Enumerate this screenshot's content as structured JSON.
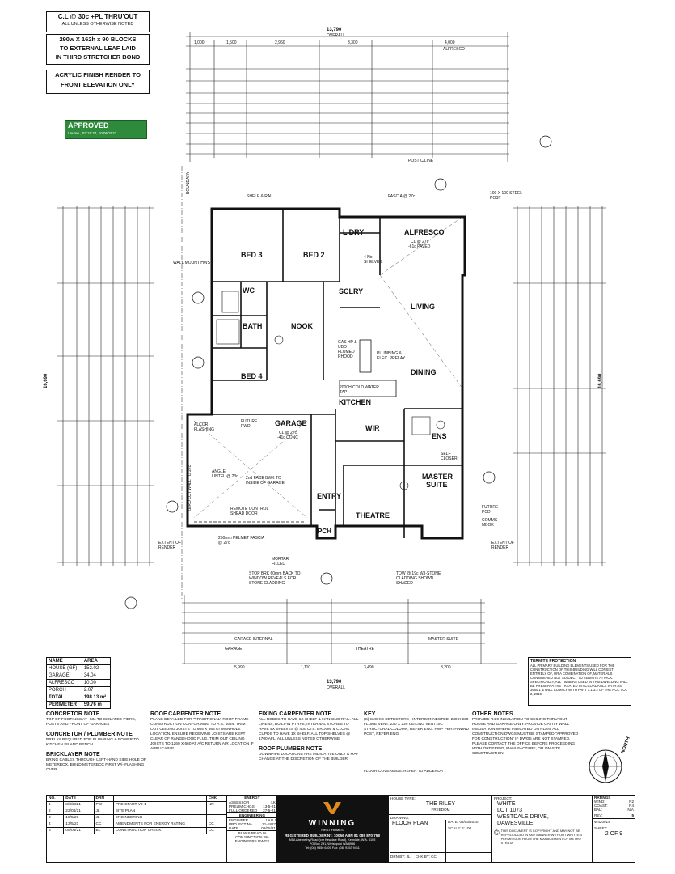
{
  "header_notes": {
    "cl_line1": "C.L @ 30c +PL THRU'OUT",
    "cl_line2": "ALL UNLESS OTHERWISE NOTED",
    "block_note": [
      "290w X 162h x 90 BLOCKS",
      "TO EXTERNAL LEAF LAID",
      "IN THIRD STRETCHER BOND"
    ],
    "render_note": [
      "ACRYLIC FINISH RENDER TO",
      "FRONT ELEVATION ONLY"
    ]
  },
  "approved_stamp": {
    "label": "APPROVED",
    "detail": "Lauren , 03:19:37, 10/06/2021"
  },
  "dimensions": {
    "overall_top": "13,790",
    "overall_word": "OVERALL",
    "overall_bottom": "13,790",
    "overall_left": "16,690",
    "overall_right": "16,690",
    "top_row": [
      "1,000",
      "1,500",
      "2,960",
      "3,300",
      "4,000"
    ],
    "top_alfresco": "ALFRESCO",
    "bottom_row": [
      "5,990",
      "1,110",
      "3,490",
      "3,200"
    ],
    "bottom_labels": [
      "GARAGE",
      "GARAGE INTERNAL",
      "THEATRE",
      "MASTER SUITE"
    ],
    "post_cline": "POST C/LINE",
    "boundary": "BOUNDARY"
  },
  "rooms": [
    {
      "name": "BED 3"
    },
    {
      "name": "BED 2"
    },
    {
      "name": "L'DRY"
    },
    {
      "name": "ALFRESCO"
    },
    {
      "name": "WC"
    },
    {
      "name": "BATH"
    },
    {
      "name": "NOOK"
    },
    {
      "name": "SCLRY"
    },
    {
      "name": "LIVING"
    },
    {
      "name": "BED 4"
    },
    {
      "name": "DINING"
    },
    {
      "name": "KITCHEN"
    },
    {
      "name": "GARAGE"
    },
    {
      "name": "WIR"
    },
    {
      "name": "ENS"
    },
    {
      "name": "MASTER"
    },
    {
      "name": "SUITE"
    },
    {
      "name": "ENTRY"
    },
    {
      "name": "THEATRE"
    },
    {
      "name": "PCH"
    }
  ],
  "plan_notes": {
    "alfresco_cl": "CL @ 27c",
    "alfresco_paved": "-61c PAVED",
    "garage_cl": "CL @ 27c",
    "garage_conc": "-41c CONC",
    "fascia": "FASCIA @ 27c",
    "steel_post": "100 X 100 STEEL POST",
    "shelf_rail": "SHELF & RAIL",
    "wall_mount": "WALL MOUNT HWS",
    "gas_hp": "GAS HP & UBO FLUMED RHOOD",
    "water_tap": "2000H COLD WATER TAP",
    "plumbing": "PLUMBING & ELEC. PRELAY",
    "remote_door": "REMOTE CONTROL SHEAD DOOR",
    "alcor": "ALCOR FLASHING",
    "pelmet": "250mm PELMET FASCIA @ 27c",
    "mortar": "MORTAR FILLED",
    "stop_brick": "STOP BRK 60mm BACK TO WINDOW REVEALS FOR STONE CLADDING",
    "tow_stone": "TOW @ 19c W/I-STONE CLADDING SHOWN SHADED",
    "extent_render": "EXTENT OF RENDER",
    "future_pod": "FUTURE PCD",
    "comms_box": "COMMS MBOX",
    "self_closer": "SELF CLOSER",
    "future_pwd": "FUTURE PWD",
    "angle_lintel": "ANGLE LINTEL @ 23c",
    "face_brick": "2nd FACE BWK TO INSIDE OF GARAGE",
    "zero_lot": "ZERO LOT WALL TO 27c",
    "shelves": "4 No. SHELVES"
  },
  "area_table": {
    "headers": [
      "NAME",
      "AREA"
    ],
    "rows": [
      [
        "HOUSE (GF)",
        "152.02"
      ],
      [
        "GARAGE",
        "34.04"
      ],
      [
        "ALFRESCO",
        "10.00"
      ],
      [
        "PORCH",
        "2.07"
      ],
      [
        "TOTAL",
        "198.13 m²"
      ],
      [
        "PERIMETER",
        "59.76 m"
      ]
    ]
  },
  "termite_note": {
    "title": "TERMITE PROTECTION",
    "body": "ALL PRIMARY BUILDING ELEMENTS USED FOR THE CONSTRUCTION OF THIS BUILDING WILL CONSIST ENTIRELY OF, OR A COMBINATION OF, MATERIALS CONSIDERED NOT SUBJECT TO TERMITE ATTACK. SPECIFICALLY, ALL TIMBERS USED IN THIS DWELLING WILL BE PRESERVATIVE TREATED IN ACCORDANCE WITH AS 3660.1 & WILL COMPLY WITH PART 3.1.3.2 OF THE NCC VOL 2, 2016."
  },
  "notes": [
    {
      "title": "CONCRETOR NOTE",
      "body": "TOP OF FOOTINGS AT -63c TO ISOLATED PIERS, POSTS AND FRONT OF GARAGES"
    },
    {
      "title": "CONCRETOR / PLUMBER NOTE",
      "body": "PRELAY REQUIRED FOR PLUMBING & POWER TO KITCHEN ISLAND BENCH"
    },
    {
      "title": "BRICKLAYER NOTE",
      "body": "BRING CABLES THROUGH LEFT-HAND SIDE HOLE OF METERBOX. BUILD METERBOX FIRST W/- FLASHING OVER"
    },
    {
      "title": "ROOF CARPENTER NOTE",
      "body": "PLANS DETAILED FOR \"TRADITIONAL\" ROOF FRAME CONSTRUCTION CONFORMING TO A.S. 1684. TRIM OUT CEILING JOISTS TO 605 X 565 AT MANHOLE LOCATION. ENSURE RECEIVING JOISTS ARE KEPT CLEAR OF RANGEHOOD FLUE. TRIM OUT CEILING JOISTS TO 1260 X 660 AT A/C RETURN AIR LOCATION IF APPLICABLE"
    },
    {
      "title": "FIXING CARPENTER NOTE",
      "body": "ALL ROBES TO HAVE 1X SHELF & HANGING RAIL. ALL LINENS, BUILT-IN PTRYS, INTERNAL STORES TO HAVE 4X SHELVES @ 400 CTS. BROOM & CLOAK CUPDS TO HAVE 1X SHELF. ALL TOP SHELVES @ 1700 AFL. ALL UNLESS NOTED OTHERWISE"
    },
    {
      "title": "ROOF PLUMBER NOTE",
      "body": "DOWNPIPE LOCATIONS ARE INDICATIVE ONLY & MAY CHANGE AT THE DISCRETION OF THE BUILDER."
    },
    {
      "title": "KEY",
      "body": "(S) SMOKE DETECTORS - INTERCONNECTED. 230 X 230 FLUME VENT. 230 X 230 CEILING VENT. SC STRUCTURAL COLUMN, REFER ENG. PWP PERTH WIND POST, REFER ENG."
    },
    {
      "title": "OTHER NOTES",
      "body": "PROVIDE R4.0 INSULATION TO CEILING THRU' OUT HOUSE AND GARAGE ONLY. PROVIDE CAVITY WALL INSULATION WHERE INDICATED ON PLAN. ALL CONSTRUCTION DWGS MUST BE STAMPED \"APPROVED FOR CONSTRUCTION\" IF DWGS ARE NOT STAMPED, PLEASE CONTACT THE OFFICE BEFORE PROCEEDING WITH ORDERING, MANUFACTURE, OR ON-SITE CONSTRUCTION"
    }
  ],
  "floor_covering_note": "FLOOR COVERINGS: REFER TO ADDENDA",
  "north_label": "NORTH",
  "revisions": {
    "headers": [
      "NO.",
      "DATE",
      "DRN",
      "",
      "CHK"
    ],
    "rows": [
      [
        "1",
        "8/3/2021",
        "PW",
        "PRE-START V0-1",
        "NR"
      ],
      [
        "2",
        "22/04/21",
        "JL",
        "SITE PLAN",
        ""
      ],
      [
        "3",
        "10/5/21",
        "JL",
        "ENGINEERING",
        ""
      ],
      [
        "4",
        "13/5/21",
        "CC",
        "AMENDMENTS FOR ENERGY RATING",
        "CC"
      ],
      [
        "5",
        "09/06/21",
        "BL",
        "CONSTRUCTION CHECK",
        "CC"
      ]
    ]
  },
  "energy": {
    "title": "ENERGY",
    "rows": [
      [
        "ASSESSOR",
        "LK"
      ],
      [
        "PRELIM CHGS",
        "13-5-21"
      ],
      [
        "FULL ORDERED",
        "27-5-21"
      ]
    ],
    "engineering_title": "ENGINEERING",
    "eng_rows": [
      [
        "ENGINEER",
        "LALLI"
      ],
      [
        "PROJECT No.",
        "21-1827"
      ],
      [
        "DATE",
        "08/05/21"
      ]
    ],
    "eng_note": "PLANS READ IN CONJUNCTION W/- ENGINEERS DWGS"
  },
  "brand": {
    "name": "WINNING",
    "sub": "FIRST HOMES",
    "reg": "REGISTERED BUILDER N°: 10056 ABN 81 089 870 758",
    "address": "M5A Abernethy Road (cnr Kewdale Road), Kewdale, W.A. 6105",
    "po": "PO Box 281, Welshpool WA 6986",
    "phone": "Tel: (08) 9350 6400  Fax: (08) 9353 9411"
  },
  "house": {
    "type_label": "HOUSE TYPE:",
    "type": "THE RILEY",
    "sub": "FREEDOM",
    "drawing_label": "DRAWING:",
    "drawing": "FLOOR PLAN",
    "date_label": "DATE:",
    "date": "03/03/2020",
    "scale_label": "SCALE:",
    "scale": "1:100",
    "drn_label": "DRN BY:",
    "drn": "JL",
    "chk_label": "CHK BY:",
    "chk": "CC"
  },
  "project": {
    "label": "PROJECT:",
    "client": "WHITE",
    "lot": "LOT 1073",
    "street": "WESTDALE DRIVE,",
    "suburb": "DAWESVILLE",
    "copyright": "THIS DOCUMENT IS COPYRIGHT AND MAY NOT BE REPRODUCED IN ANY MANNER WITHOUT WRITTEN PERMISSION FROM THE MANAGEMENT OF METRO STRATA"
  },
  "ratings": {
    "rating_label": "RATINGS",
    "wind_label": "WIND:",
    "wind": "N2",
    "coast_label": "COAST:",
    "coast": "R4",
    "bal_label": "BAL:",
    "bal": "N/A",
    "rev_label": "REV:",
    "rev": "5",
    "job": "W420914",
    "sheet_label": "SHEET:",
    "sheet": "2 OF 9"
  }
}
